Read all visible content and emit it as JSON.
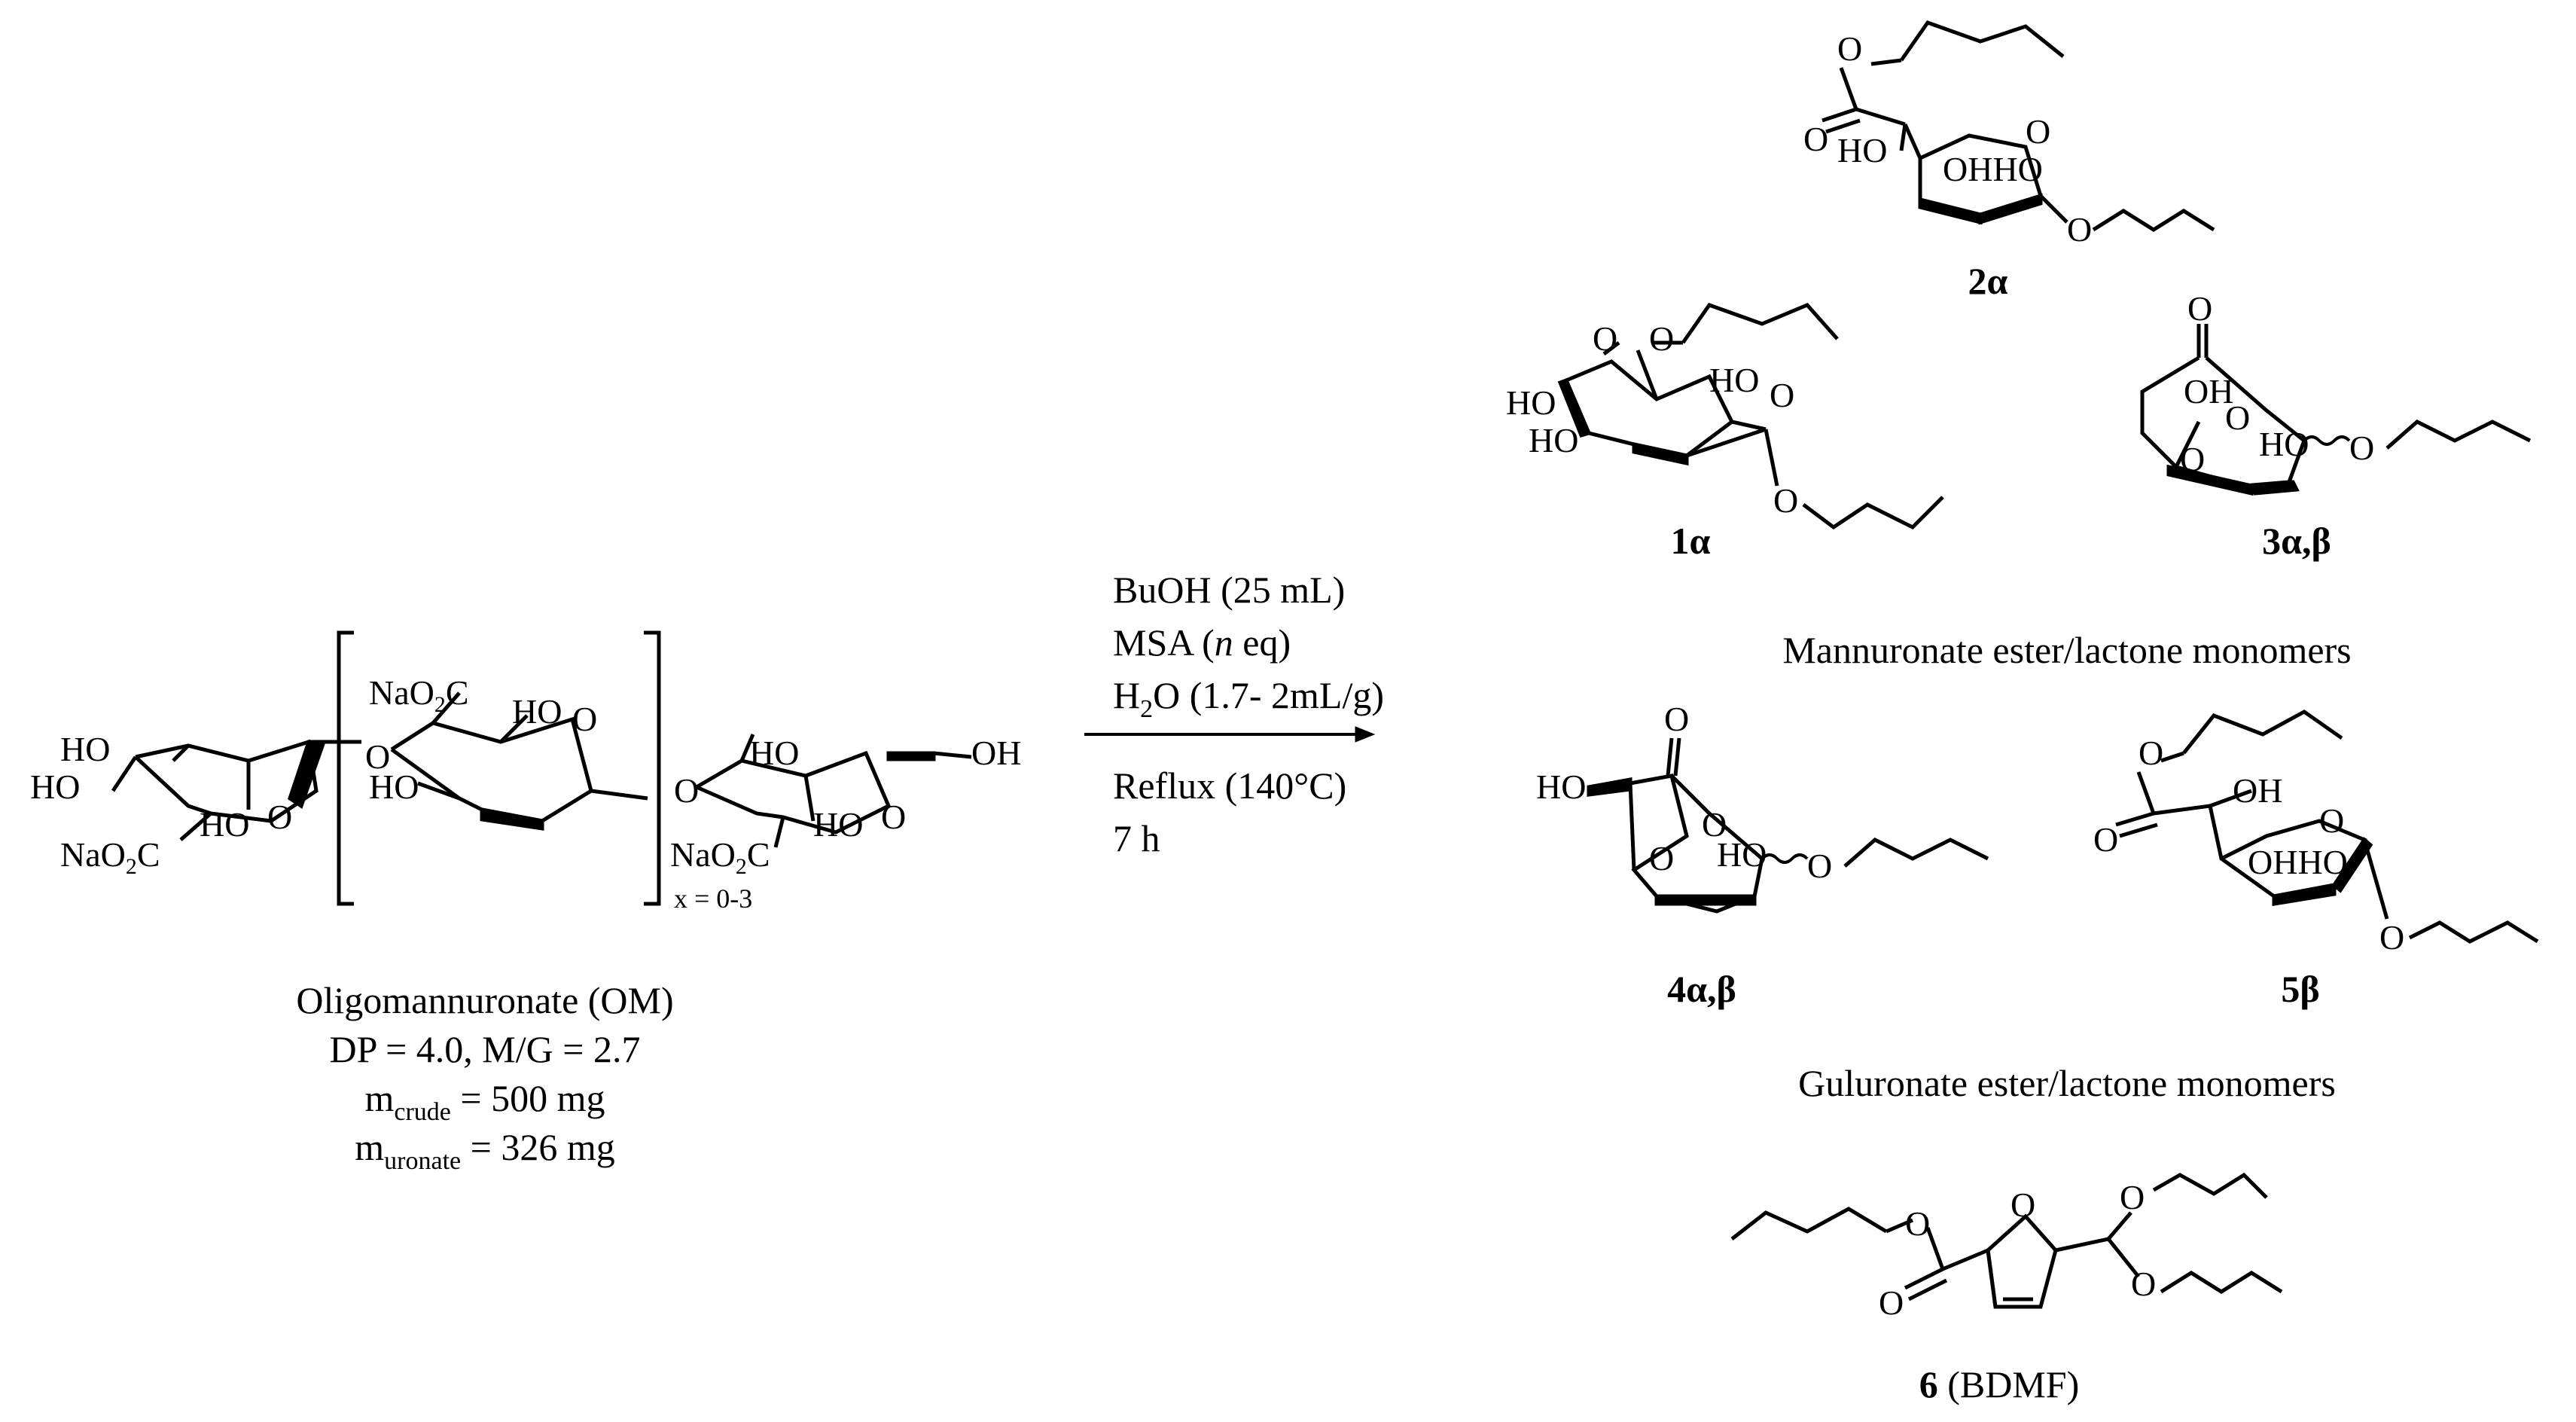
{
  "starting_material": {
    "name": "Oligomannuronate (OM)",
    "dp_line": "DP = 4.0, M/G = 2.7",
    "mcrude_prefix": "m",
    "mcrude_sub": "crude",
    "mcrude_value": " = 500 mg",
    "muronate_prefix": "m",
    "muronate_sub": "uronate",
    "muronate_value": " = 326 mg",
    "repeat_label": "x = 0-3",
    "atoms": {
      "ho": "HO",
      "oh": "OH",
      "o": "O",
      "na_prefix": "NaO",
      "na_sub": "2",
      "na_suffix": "C"
    }
  },
  "conditions": {
    "line1": "BuOH (25 mL)",
    "line2_pre": "MSA (",
    "line2_italic": "n",
    "line2_post": " eq)",
    "line3_pre": "H",
    "line3_sub": "2",
    "line3_post": "O (1.7- 2mL/g)",
    "line4": "Reflux (140°C)",
    "line5": "7 h"
  },
  "products": {
    "p2a": "2α",
    "p1a": "1α",
    "p3ab": "3α,β",
    "p4ab": "4α,β",
    "p5b": "5β",
    "p6_num": "6",
    "p6_name": " (BDMF)"
  },
  "group_labels": {
    "mannuronate": "Mannuronate ester/lactone monomers",
    "guluronate": "Guluronate ester/lactone monomers"
  },
  "atom_labels": {
    "o": "O",
    "ho": "HO",
    "oh": "OH",
    "ohho": "OHHO"
  }
}
